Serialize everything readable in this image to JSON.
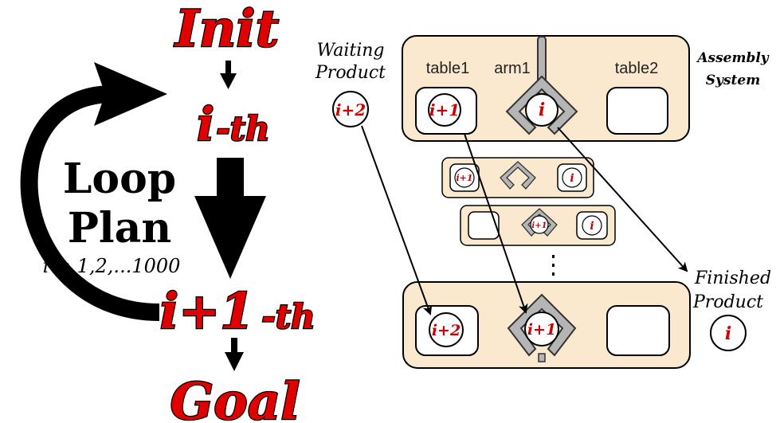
{
  "plan": {
    "init": "Init",
    "ith": "i",
    "ith_suffix": "-th",
    "next": "i+1",
    "next_suffix": "-th",
    "goal": "Goal",
    "loop_line1": "Loop",
    "loop_line2": "Plan",
    "range": "i = 1,2,...1000"
  },
  "system": {
    "title_line1": "Assembly",
    "title_line2": "System",
    "table1": "table1",
    "arm1": "arm1",
    "table2": "table2"
  },
  "waiting": {
    "line1": "Waiting",
    "line2": "Product",
    "product": "i+2"
  },
  "finished": {
    "line1": "Finished",
    "line2": "Product",
    "product": "i"
  },
  "states": {
    "top": {
      "table1": "i+1",
      "arm": "i"
    },
    "mid1": {
      "table1": "i+1",
      "table2": "i"
    },
    "mid2": {
      "arm": "i+1",
      "table2": "i"
    },
    "bottom": {
      "table1": "i+2",
      "arm": "i+1"
    }
  },
  "colors": {
    "panel": "#fbe9cf",
    "accent": "#e00000",
    "arm": "#b5b5b5"
  }
}
